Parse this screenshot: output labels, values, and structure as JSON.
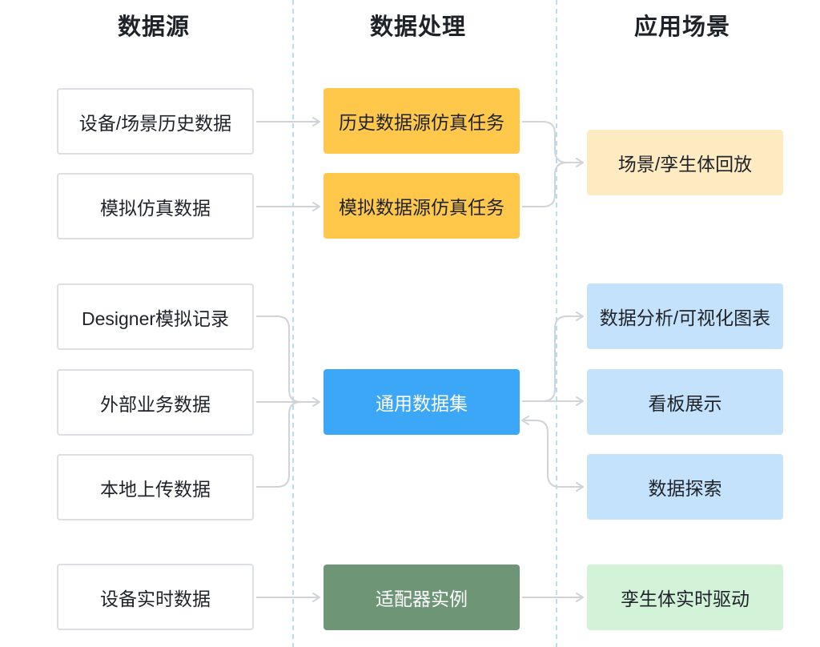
{
  "columns": {
    "source": {
      "title": "数据源"
    },
    "processing": {
      "title": "数据处理"
    },
    "application": {
      "title": "应用场景"
    }
  },
  "sources": [
    {
      "label": "设备/场景历史数据"
    },
    {
      "label": "模拟仿真数据"
    },
    {
      "label": "Designer模拟记录"
    },
    {
      "label": "外部业务数据"
    },
    {
      "label": "本地上传数据"
    },
    {
      "label": "设备实时数据"
    }
  ],
  "processing": [
    {
      "label": "历史数据源仿真任务"
    },
    {
      "label": "模拟数据源仿真任务"
    },
    {
      "label": "通用数据集"
    },
    {
      "label": "适配器实例"
    }
  ],
  "applications": [
    {
      "label": "场景/孪生体回放"
    },
    {
      "label": "数据分析/可视化图表"
    },
    {
      "label": "看板展示"
    },
    {
      "label": "数据探索"
    },
    {
      "label": "孪生体实时驱动"
    }
  ],
  "colors": {
    "simulation_task": "#FFC84A",
    "dataset": "#3CA7F6",
    "adapter": "#6E9676",
    "playback": "#FFEBC2",
    "analysis": "#C4E2FB",
    "realtime_drive": "#D2F3D8",
    "source_border": "#DCDFE3",
    "connector": "#D0D3D7",
    "divider": "#B9DDF1",
    "text_dark": "#1F2329",
    "text_light": "#FFFFFF"
  }
}
